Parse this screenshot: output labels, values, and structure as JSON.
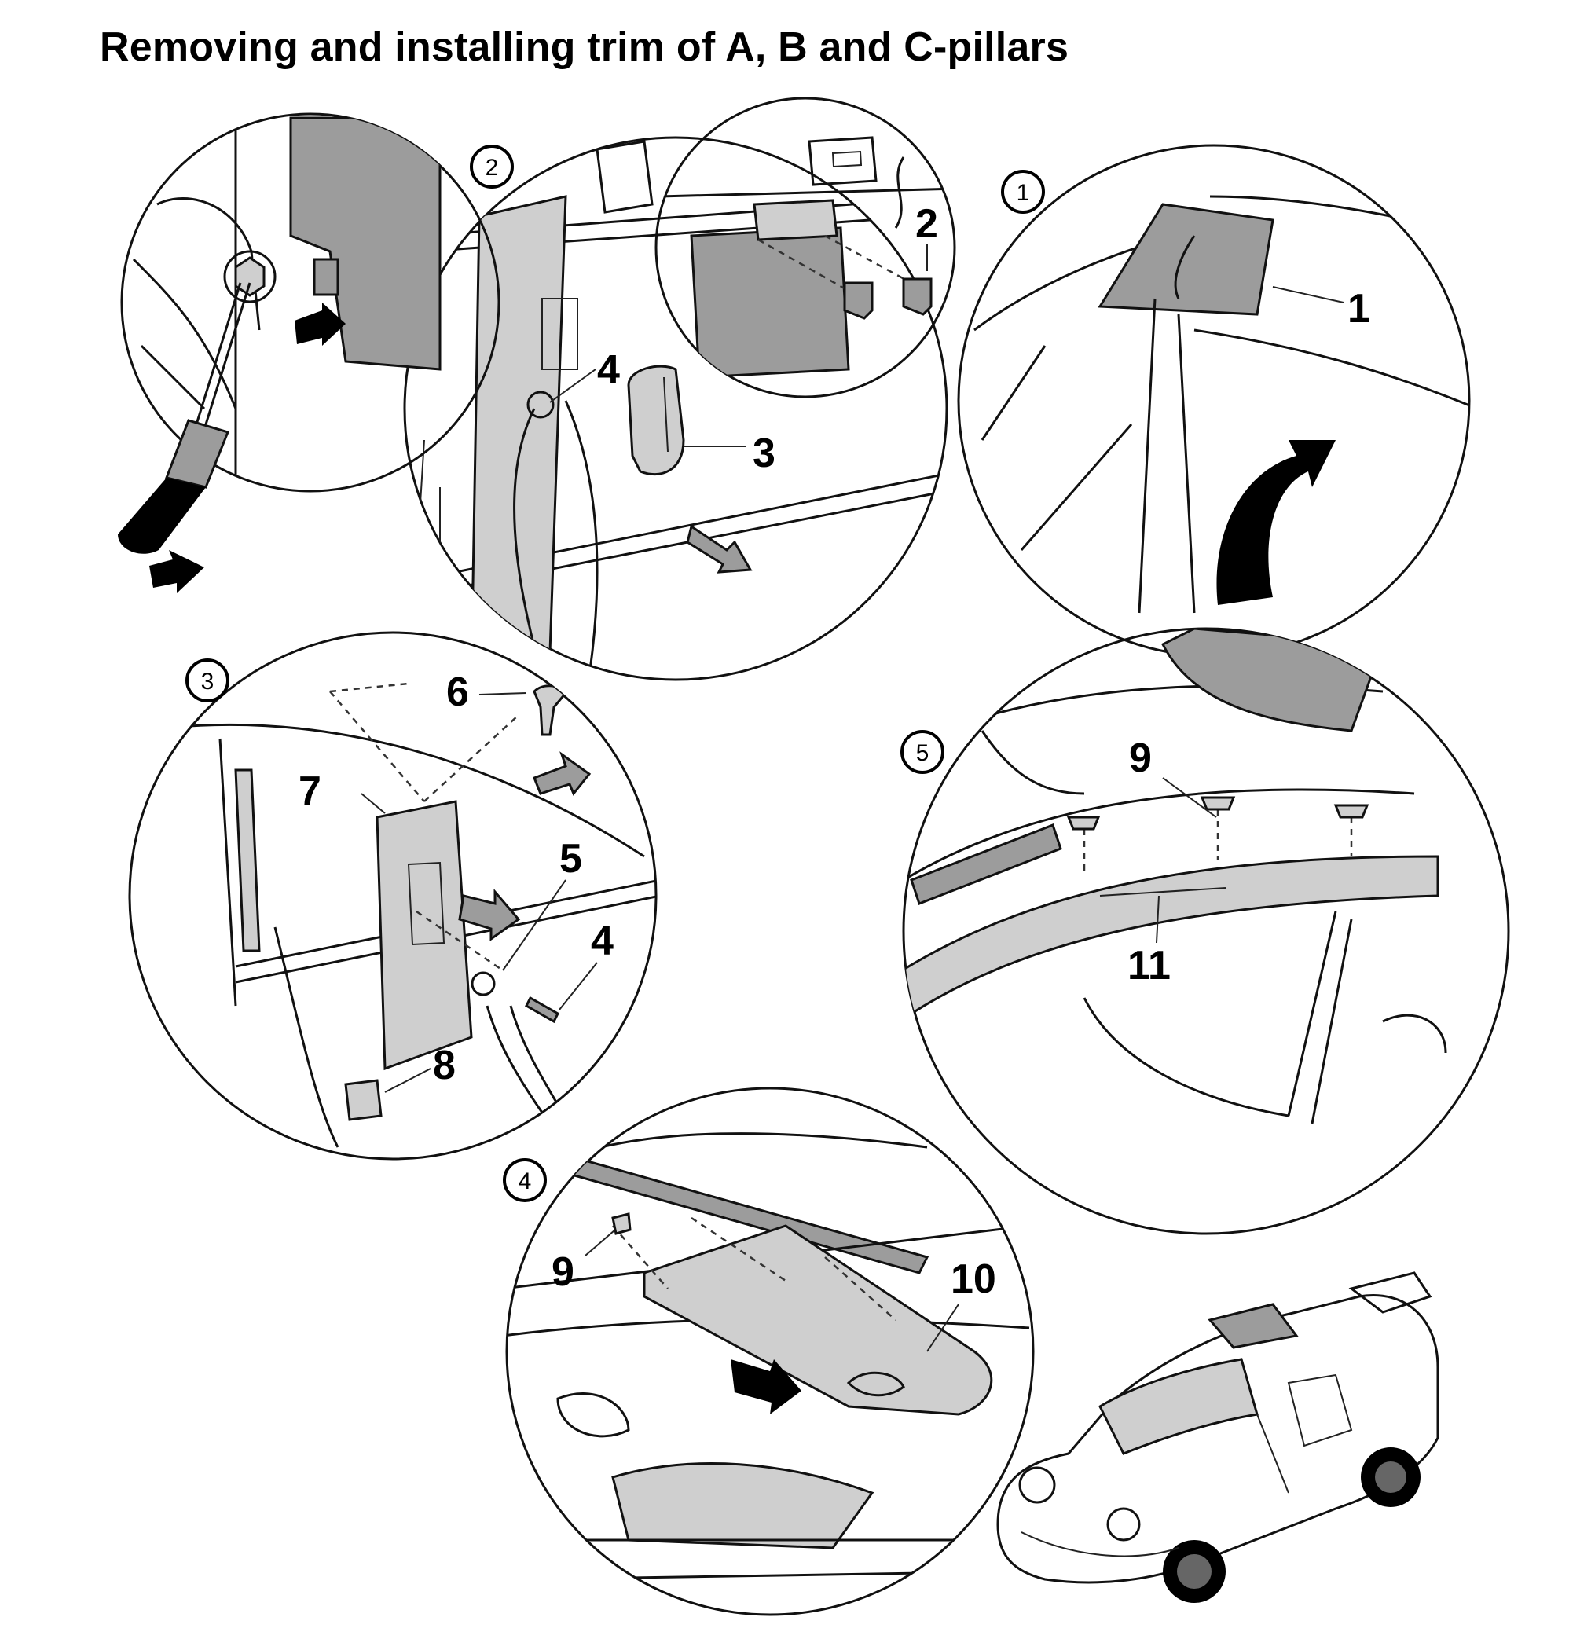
{
  "page": {
    "title": "Removing and installing trim of A, B and C-pillars"
  },
  "steps": [
    {
      "id": "1",
      "callouts": [
        "1"
      ]
    },
    {
      "id": "2",
      "callouts": [
        "2",
        "4",
        "3"
      ]
    },
    {
      "id": "3",
      "callouts": [
        "6",
        "7",
        "5",
        "4",
        "8"
      ]
    },
    {
      "id": "4",
      "callouts": [
        "9",
        "10"
      ]
    },
    {
      "id": "5",
      "callouts": [
        "9",
        "11"
      ]
    }
  ],
  "icons": {
    "screwdriver": "screwdriver-icon",
    "arrow": "arrow-icon",
    "car": "car-icon"
  },
  "colors": {
    "line": "#111111",
    "trim_fill": "#cfcfcf",
    "dark_fill": "#9c9c9c",
    "background": "#ffffff"
  }
}
